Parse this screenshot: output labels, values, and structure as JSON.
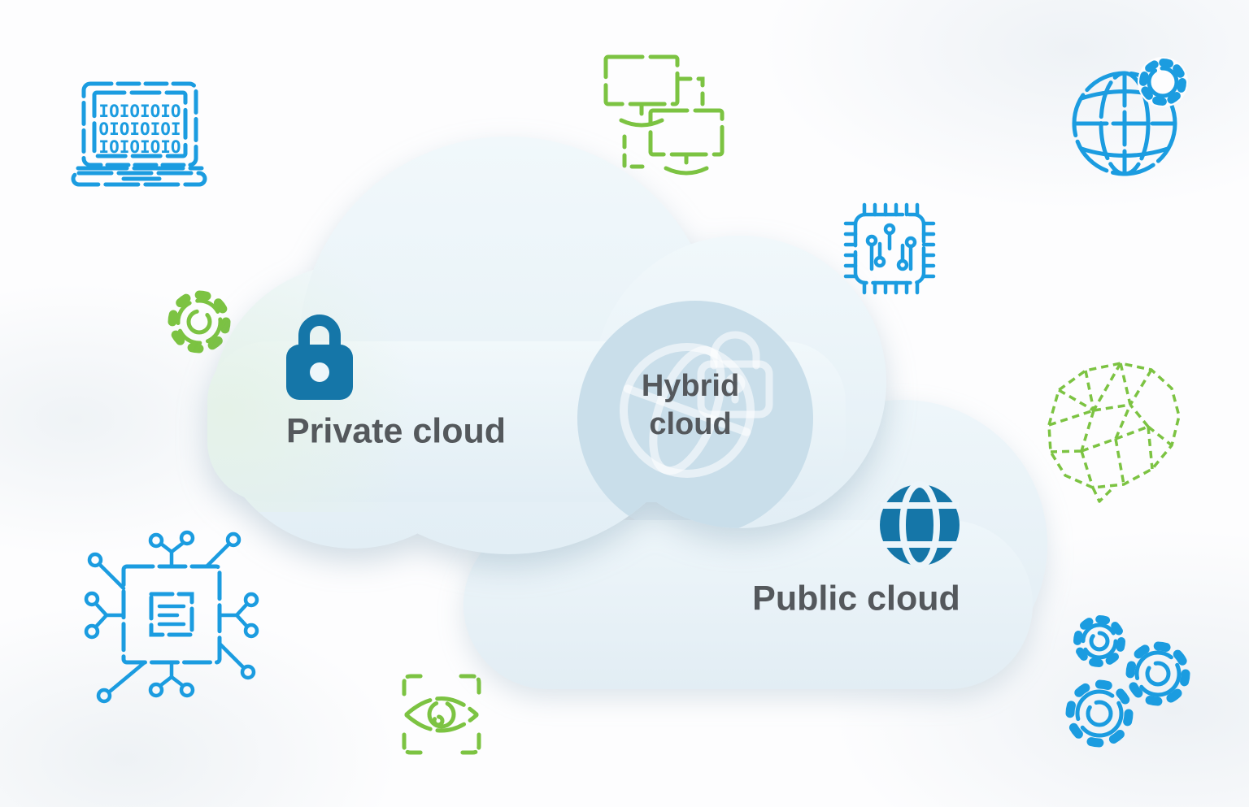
{
  "clouds": {
    "private": {
      "label": "Private cloud"
    },
    "hybrid": {
      "line1": "Hybrid",
      "line2": "cloud"
    },
    "public": {
      "label": "Public cloud"
    }
  },
  "laptop_icon": {
    "rows": [
      "IOIOIOIO",
      "OIOIOIOI",
      "IOIOIOIO"
    ]
  },
  "decorative_icons": [
    "laptop-binary-icon",
    "networked-monitors-icon",
    "globe-gear-icon",
    "gear-dashed-icon",
    "cpu-chip-icon",
    "brain-network-icon",
    "circuit-board-icon",
    "eye-scan-icon",
    "gears-trio-icon",
    "lock-icon",
    "globe-icon",
    "watermark-globe-icon",
    "watermark-lock-icon"
  ],
  "colors": {
    "outline_blue": "#1b9ce0",
    "solid_blue": "#1576a8",
    "accent_green": "#7cc342",
    "label_gray": "#54585c",
    "cloud_fill": "#eaf4f9",
    "overlap_fill": "#c9deea",
    "watermark_white": "#ffffff"
  }
}
